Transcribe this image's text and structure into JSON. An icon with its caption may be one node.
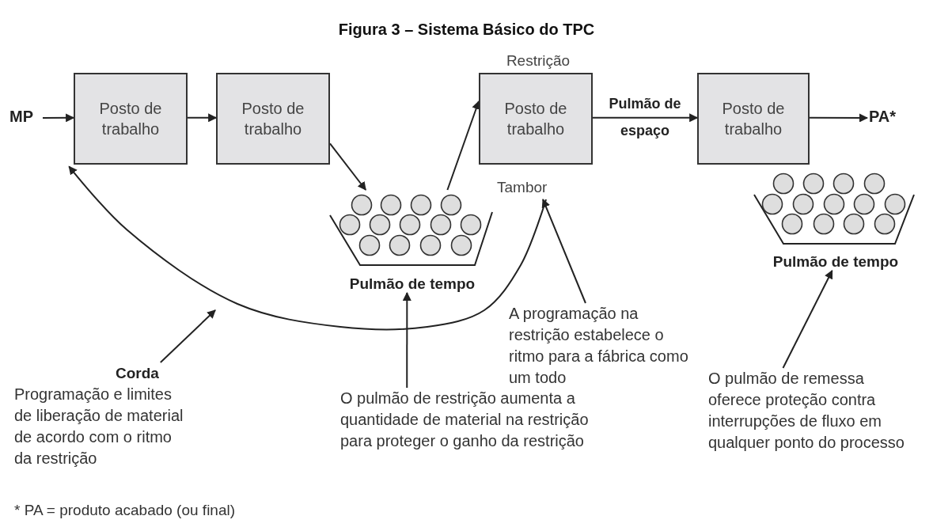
{
  "diagram": {
    "title": "Figura 3 – Sistema Básico do TPC",
    "nodes": [
      {
        "text": [
          "MP"
        ]
      },
      {
        "text": [
          "Posto de trabalho"
        ]
      },
      {
        "text": [
          "Posto de trabalho"
        ]
      },
      {
        "text": [
          "Posto de trabalho"
        ],
        "beside": [
          "Restrição"
        ]
      },
      {
        "text": [
          "Tambor"
        ]
      },
      {
        "text": [
          "Pulmão de tempo"
        ]
      },
      {
        "text": [
          "Posto de trabalho"
        ]
      },
      {
        "text": [
          "PA*"
        ]
      },
      {
        "text": [
          "Pulmão de tempo"
        ]
      },
      {
        "text": [
          "Corda",
          "Programação e limites de liberação de material de acordo com o ritmo da restrição"
        ]
      },
      {
        "text": [
          "O pulmão de restrição aumenta a quantidade de material na restrição para proteger o ganho da restrição"
        ]
      },
      {
        "text": [
          "A programação na restrição estabelece o ritmo para a fábrica como um todo"
        ]
      },
      {
        "text": [
          "O pulmão de remessa oferece proteção contra interrupções de fluxo em qualquer ponto do processo"
        ]
      }
    ],
    "edges": [
      {
        "from": 0,
        "to": 1,
        "arrow": "to"
      },
      {
        "from": 1,
        "to": 2,
        "arrow": "to"
      },
      {
        "from": 2,
        "to": 5,
        "arrow": "to"
      },
      {
        "from": 5,
        "to": 3,
        "arrow": "to"
      },
      {
        "from": 3,
        "to": 6,
        "arrow": "to",
        "label": "Pulmão de espaço"
      },
      {
        "from": 6,
        "to": 7,
        "arrow": "to"
      },
      {
        "from": 4,
        "to": 1,
        "arrow": "to"
      },
      {
        "from": 9,
        "to": null,
        "arrow": "to"
      },
      {
        "from": 10,
        "to": 5,
        "arrow": "to"
      },
      {
        "from": 11,
        "to": 4,
        "arrow": "to"
      },
      {
        "from": 12,
        "to": 8,
        "arrow": "to"
      }
    ],
    "labels": [
      "* PA = produto acabado (ou final)"
    ]
  }
}
